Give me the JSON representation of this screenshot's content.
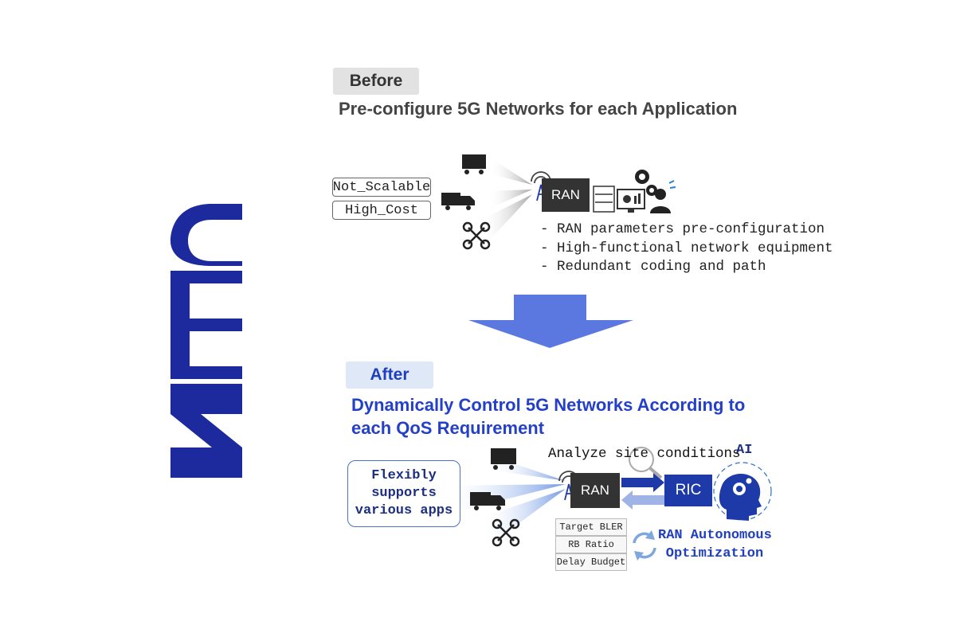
{
  "logo": {
    "text": "NEC",
    "color": "#1d2a9e"
  },
  "before": {
    "tag": "Before",
    "heading": "Pre-configure 5G Networks for each Application",
    "problems": [
      "Not_Scalable",
      "High_Cost"
    ],
    "ran_label": "RAN",
    "bullets": [
      "- RAN parameters pre-configuration",
      "- High-functional network equipment",
      "- Redundant coding and path"
    ]
  },
  "after": {
    "tag": "After",
    "heading_line1": "Dynamically Control 5G Networks According to",
    "heading_line2": "each QoS Requirement",
    "flexible_lines": [
      "Flexibly",
      "supports",
      "various apps"
    ],
    "ran_label": "RAN",
    "ric_label": "RIC",
    "analyze_label": "Analyze site conditions",
    "ai_label": "AI",
    "parameters": [
      "Target BLER",
      "RB Ratio",
      "Delay Budget"
    ],
    "autonomous_line1": "RAN Autonomous",
    "autonomous_line2": "Optimization"
  },
  "colors": {
    "accent_blue": "#2440c8",
    "arrow_blue": "#5a78e0",
    "ric_blue": "#1e3aa8",
    "dark_box": "#333333"
  }
}
